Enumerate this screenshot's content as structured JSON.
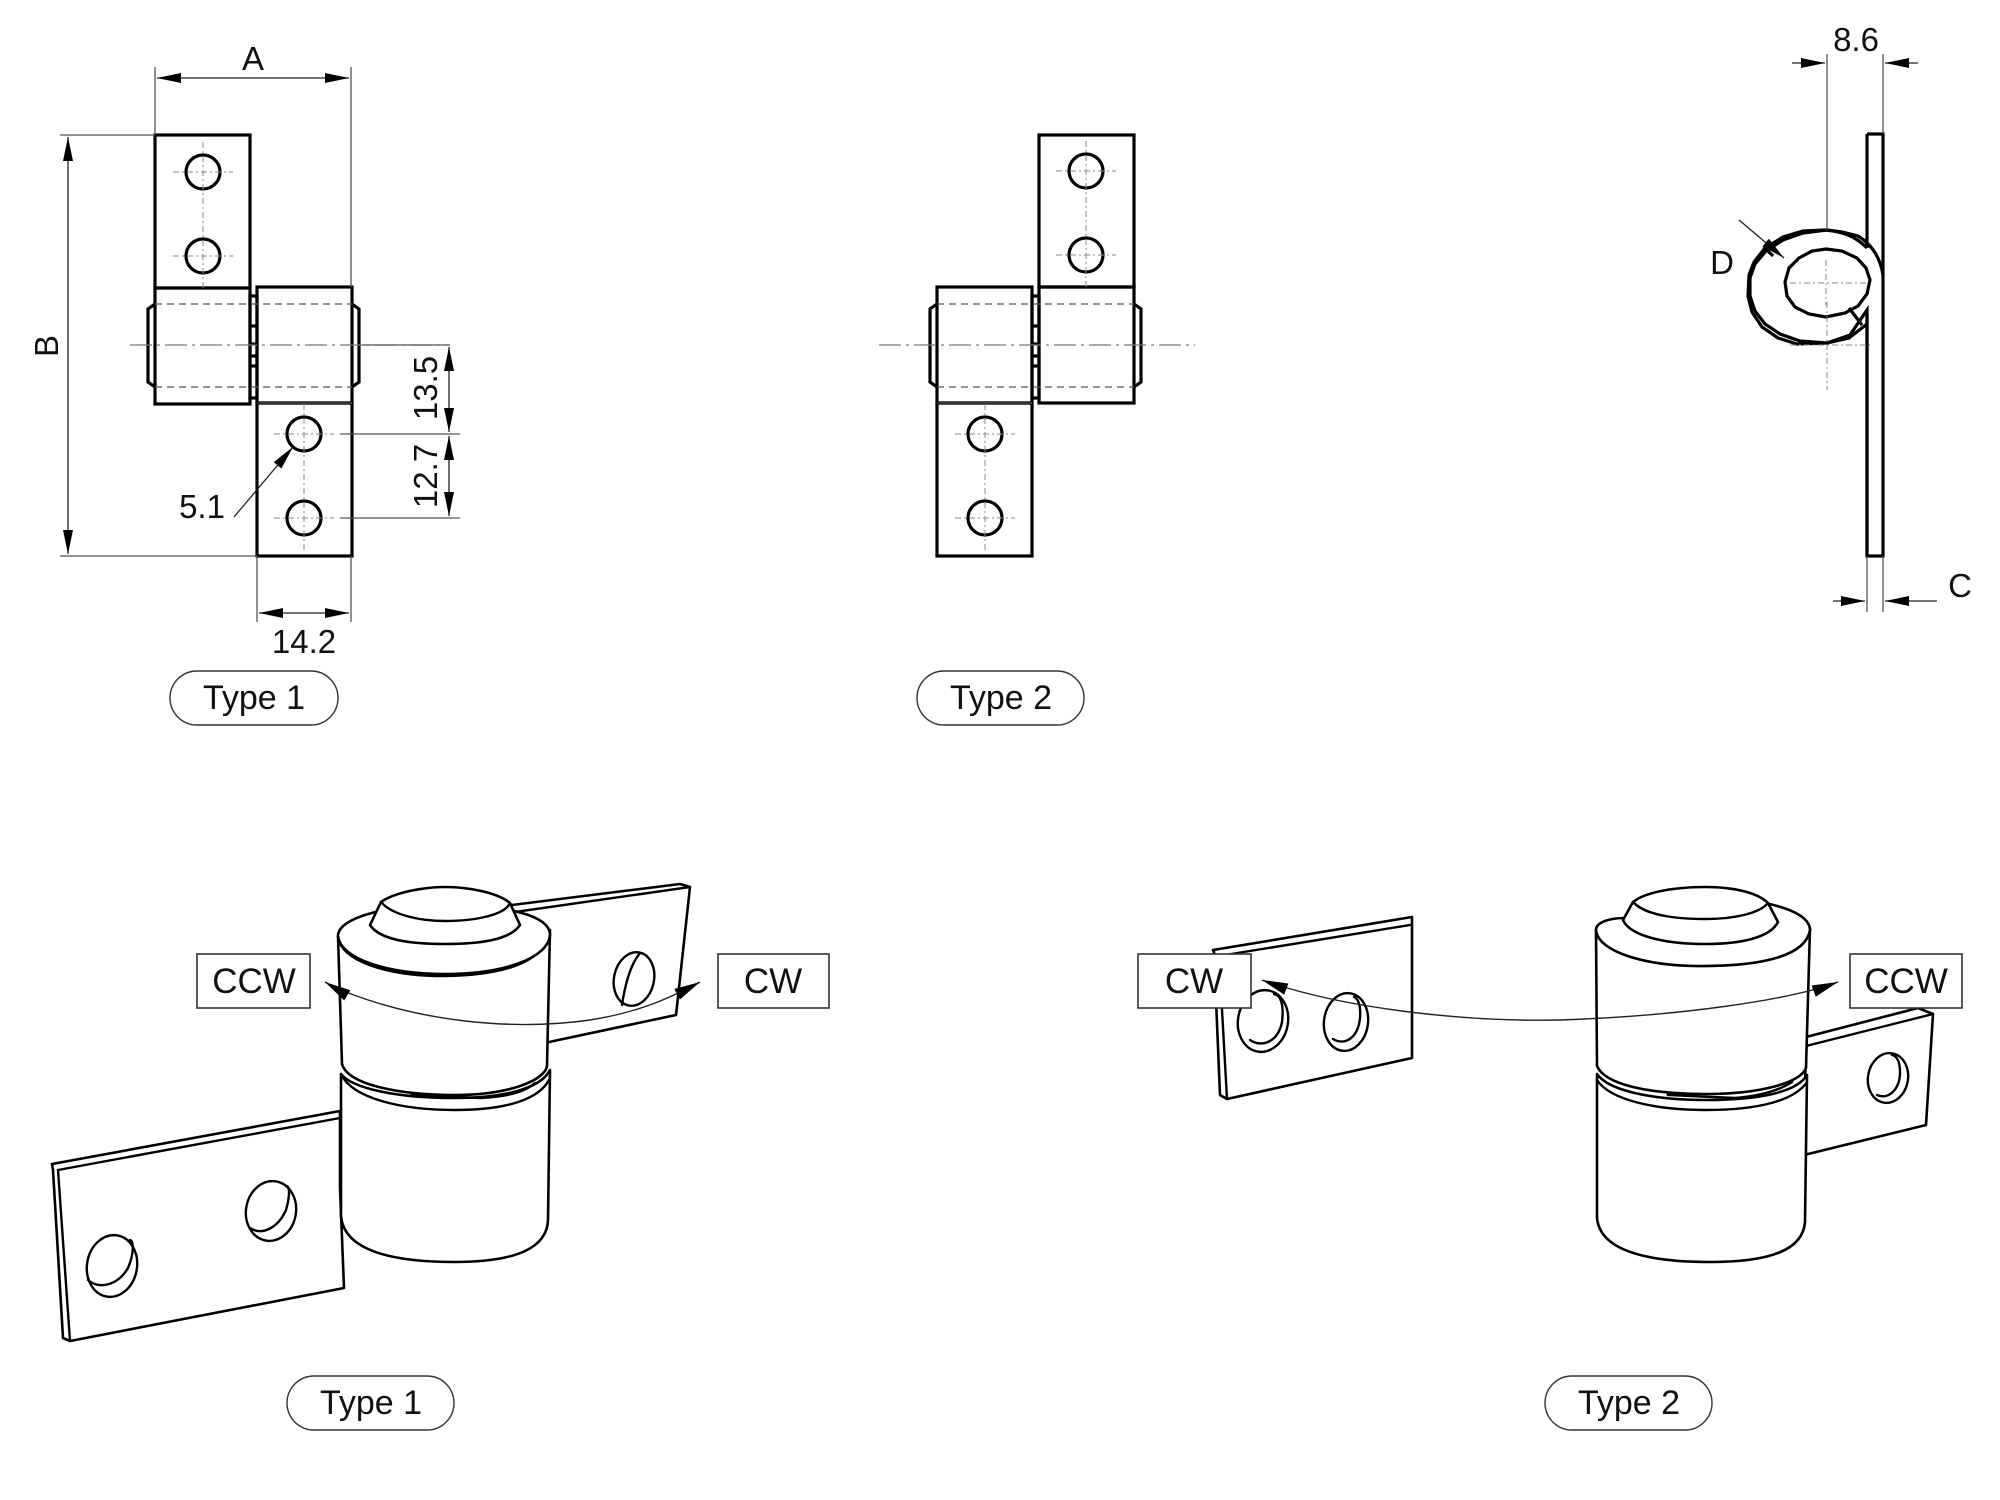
{
  "drawing": {
    "title": "Hinge dimensional drawing",
    "line_color": "#000000",
    "background": "#ffffff"
  },
  "top_views": {
    "type1": {
      "label": "Type 1",
      "dimensions": {
        "overall_width": "A",
        "overall_height": "B",
        "leaf_width": "14.2",
        "axis_to_hole": "13.5",
        "hole_pitch": "12.7",
        "hole_diameter": "5.1"
      }
    },
    "type2": {
      "label": "Type 2"
    }
  },
  "side_view": {
    "knuckle_offset": "8.6",
    "knuckle_diameter": "D",
    "leaf_thickness": "C"
  },
  "iso_views": {
    "type1": {
      "label": "Type 1",
      "left_direction": "CCW",
      "right_direction": "CW"
    },
    "type2": {
      "label": "Type 2",
      "left_direction": "CW",
      "right_direction": "CCW"
    }
  }
}
